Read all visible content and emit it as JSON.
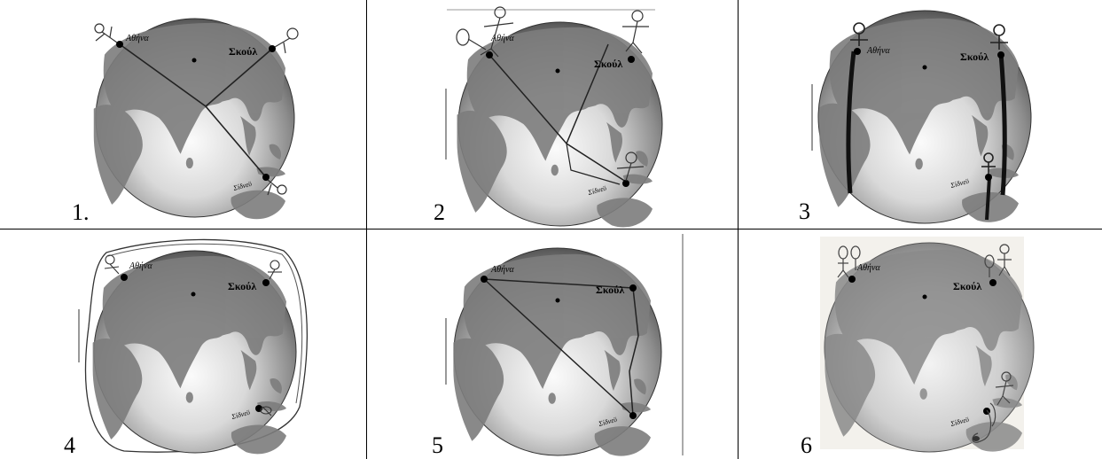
{
  "panels": [
    {
      "number": "1."
    },
    {
      "number": "2"
    },
    {
      "number": "3"
    },
    {
      "number": "4"
    },
    {
      "number": "5"
    },
    {
      "number": "6"
    }
  ],
  "labels": {
    "athens": "Αθήνα",
    "skoul": "Σκούλ",
    "sydney": "Σίδνεϋ"
  },
  "colors": {
    "globe_light": "#f7f7f7",
    "globe_dark": "#5a5a5a",
    "land": "#7d7d7d",
    "line": "#000000"
  }
}
